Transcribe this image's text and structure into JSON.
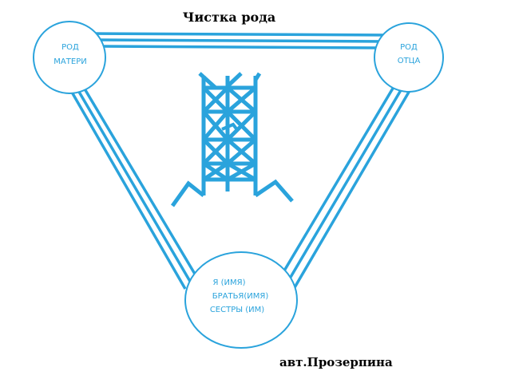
{
  "title": "Чистка рода",
  "author": "авт.Прозерпина",
  "nodes": {
    "mother": {
      "lines": [
        "РОД",
        "МАТЕРИ"
      ]
    },
    "father": {
      "lines": [
        "РОД",
        "ОТЦА"
      ]
    },
    "self": {
      "lines": [
        "Я (ИМЯ)",
        "БРАТЬЯ(ИМЯ)",
        "СЕСТРЫ (ИМ)"
      ]
    }
  },
  "colors": {
    "line": "#2aa3dc",
    "text": "#000000",
    "background": "#ffffff"
  },
  "icons": {
    "center": "stave-rune-icon"
  }
}
